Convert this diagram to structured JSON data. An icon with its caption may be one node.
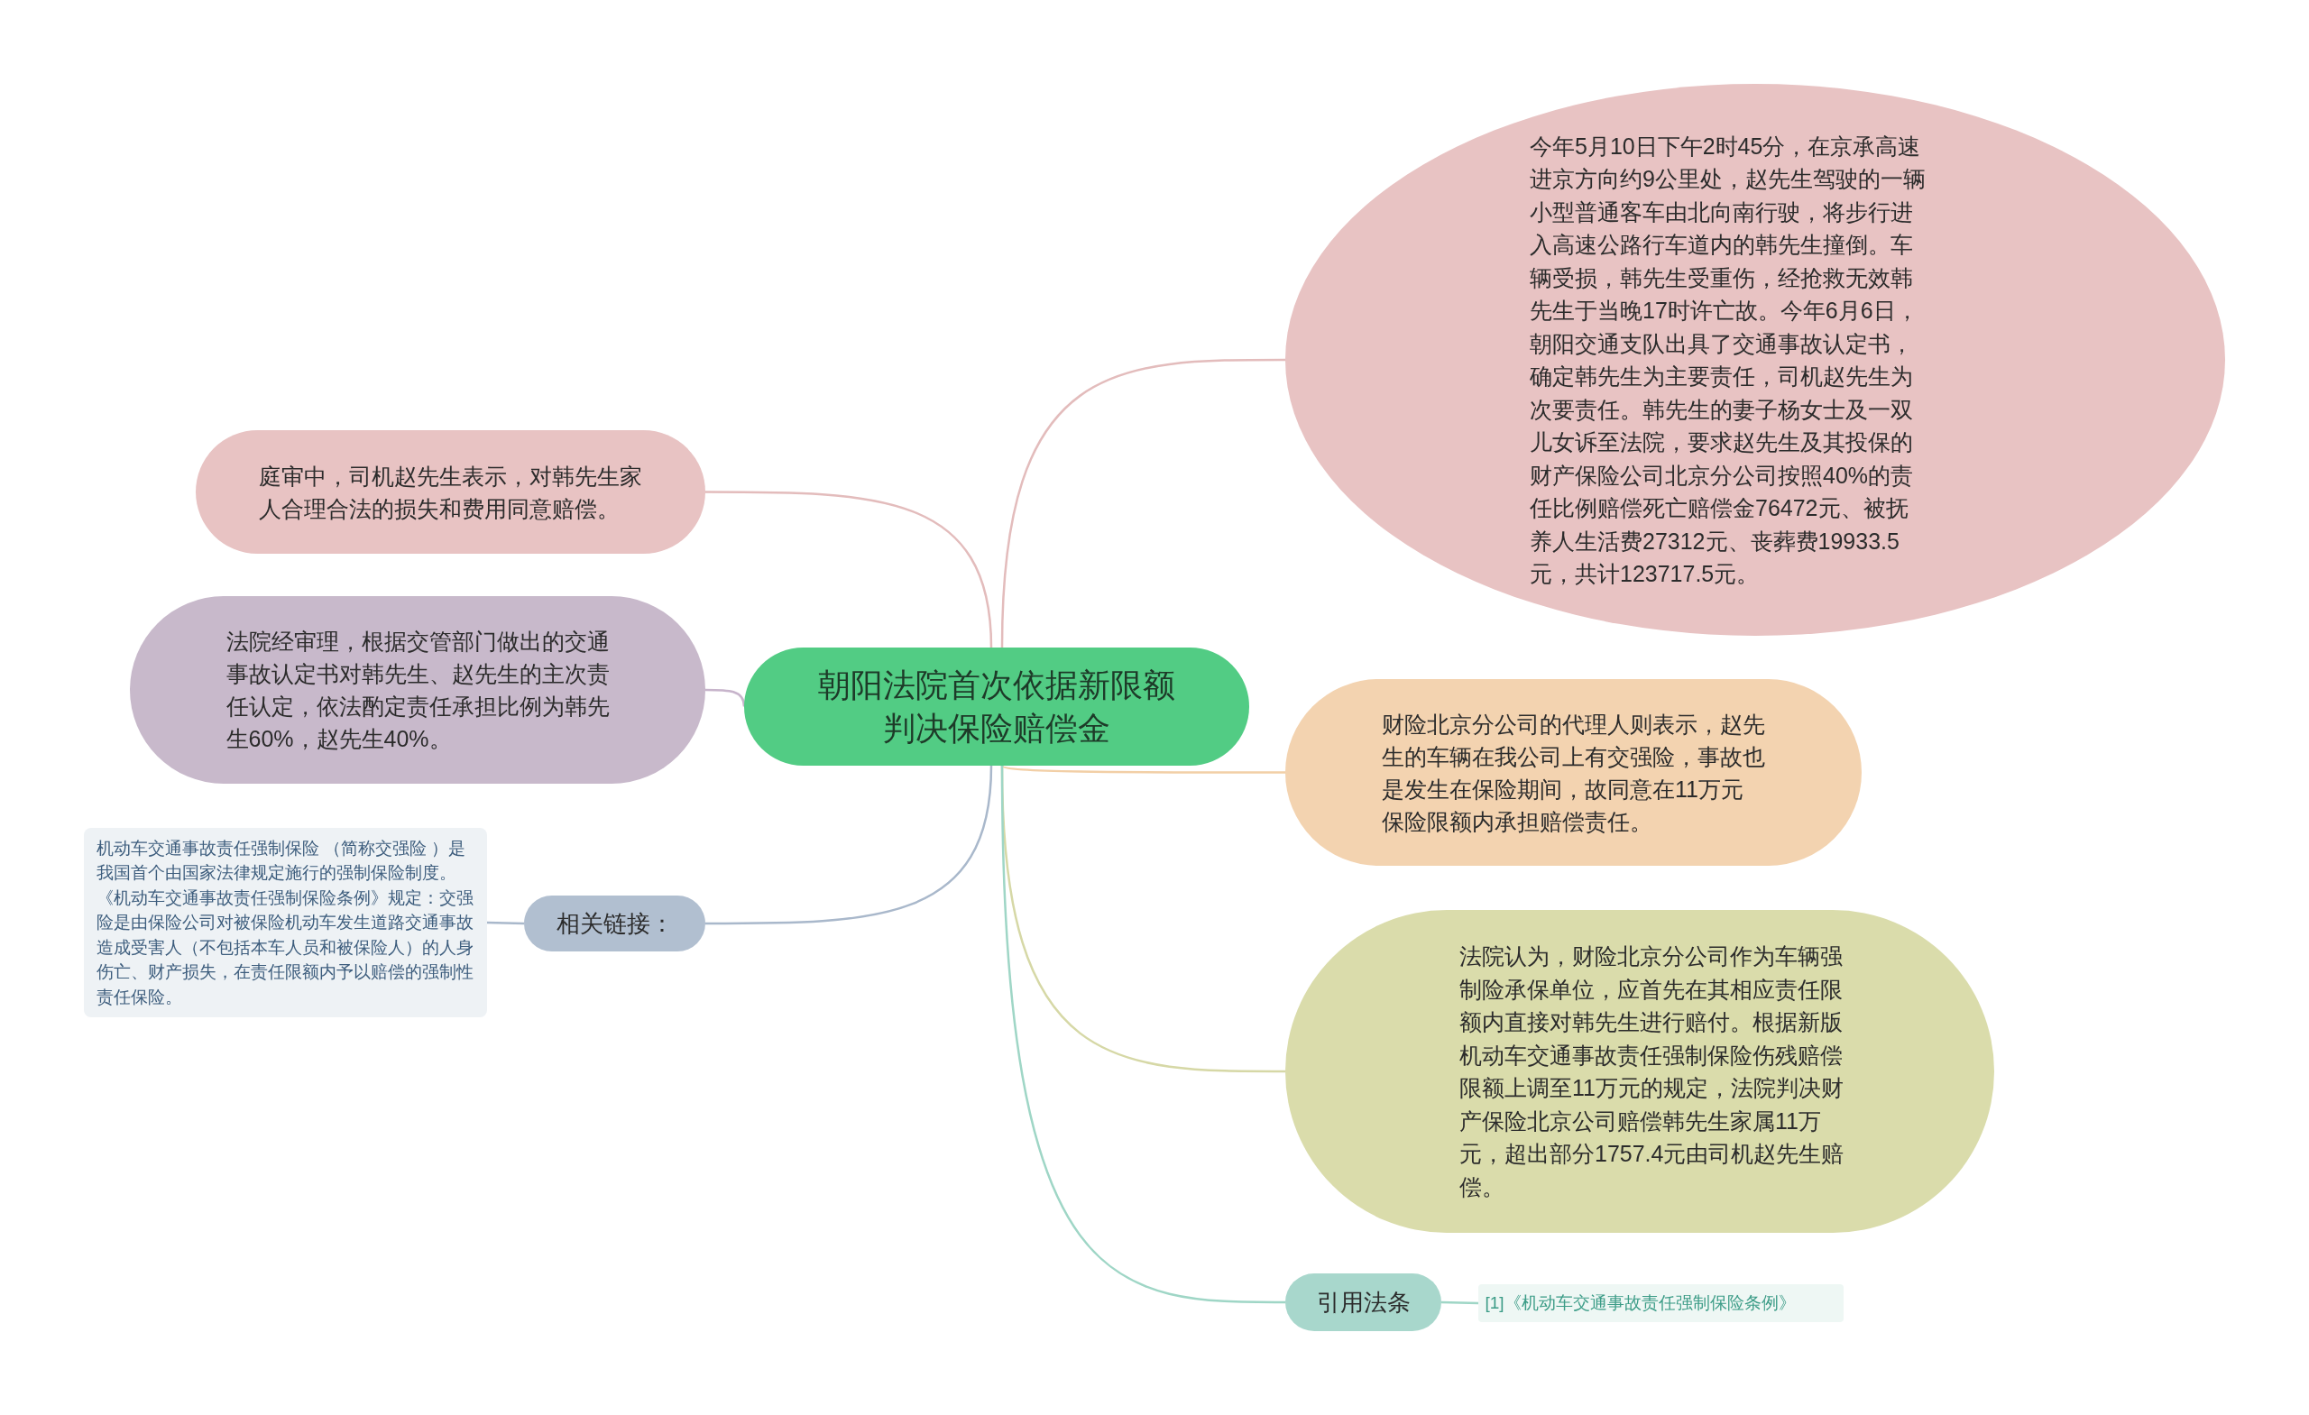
{
  "diagram": {
    "nodes": [
      {
        "text": [
          "朝阳法院首次依据新限额判决保险赔偿金"
        ]
      },
      {
        "text": [
          "今年5月10日下午2时45分，在京承高速进京方向约9公里处，赵先生驾驶的一辆小型普通客车由北向南行驶，将步行进入高速公路行车道内的韩先生撞倒。车辆受损，韩先生受重伤，经抢救无效韩先生于当晚17时许亡故。今年6月6日，朝阳交通支队出具了交通事故认定书，确定韩先生为主要责任，司机赵先生为次要责任。韩先生的妻子杨女士及一双儿女诉至法院，要求赵先生及其投保的财产保险公司北京分公司按照40%的责任比例赔偿死亡赔偿金76472元、被抚养人生活费27312元、丧葬费19933.5元，共计123717.5元。"
        ]
      },
      {
        "text": [
          "庭审中，司机赵先生表示，对韩先生家人合理合法的损失和费用同意赔偿。"
        ]
      },
      {
        "text": [
          "法院经审理，根据交管部门做出的交通事故认定书对韩先生、赵先生的主次责任认定，依法酌定责任承担比例为韩先生60%，赵先生40%。"
        ]
      },
      {
        "text": [
          "财险北京分公司的代理人则表示，赵先生的车辆在我公司上有交强险，事故也是发生在保险期间，故同意在11万元保险限额内承担赔偿责任。"
        ]
      },
      {
        "text": [
          "相关链接："
        ]
      },
      {
        "text": [
          "机动车交通事故责任强制保险 （简称交强险 ）是我国首个由国家法律规定施行的强制保险制度。《机动车交通事故责任强制保险条例》规定：交强险是由保险公司对被保险机动车发生道路交通事故造成受害人（不包括本车人员和被保险人）的人身伤亡、财产损失，在责任限额内予以赔偿的强制性责任保险。"
        ]
      },
      {
        "text": [
          "法院认为，财险北京分公司作为车辆强制险承保单位，应首先在其相应责任限额内直接对韩先生进行赔付。根据新版机动车交通事故责任强制保险伤残赔偿限额上调至11万元的规定，法院判决财产保险北京公司赔偿韩先生家属11万元，超出部分1757.4元由司机赵先生赔偿。"
        ]
      },
      {
        "text": [
          "引用法条"
        ]
      },
      {
        "text": [
          "[1]《机动车交通事故责任强制保险条例》"
        ]
      }
    ],
    "edges": [
      {
        "from": 0,
        "to": 1,
        "arrow": "none",
        "color": "#e3bcbc"
      },
      {
        "from": 0,
        "to": 2,
        "arrow": "none",
        "color": "#e3bcbc"
      },
      {
        "from": 0,
        "to": 3,
        "arrow": "none",
        "color": "#c7b4cb"
      },
      {
        "from": 0,
        "to": 4,
        "arrow": "none",
        "color": "#f2cfa6"
      },
      {
        "from": 0,
        "to": 5,
        "arrow": "none",
        "color": "#a9b8cb"
      },
      {
        "from": 5,
        "to": 6,
        "arrow": "none",
        "color": "#a9b8cb"
      },
      {
        "from": 0,
        "to": 7,
        "arrow": "none",
        "color": "#d6d8a6"
      },
      {
        "from": 0,
        "to": 8,
        "arrow": "none",
        "color": "#9fd6c6"
      },
      {
        "from": 8,
        "to": 9,
        "arrow": "none",
        "color": "#9fd6c6"
      }
    ]
  }
}
